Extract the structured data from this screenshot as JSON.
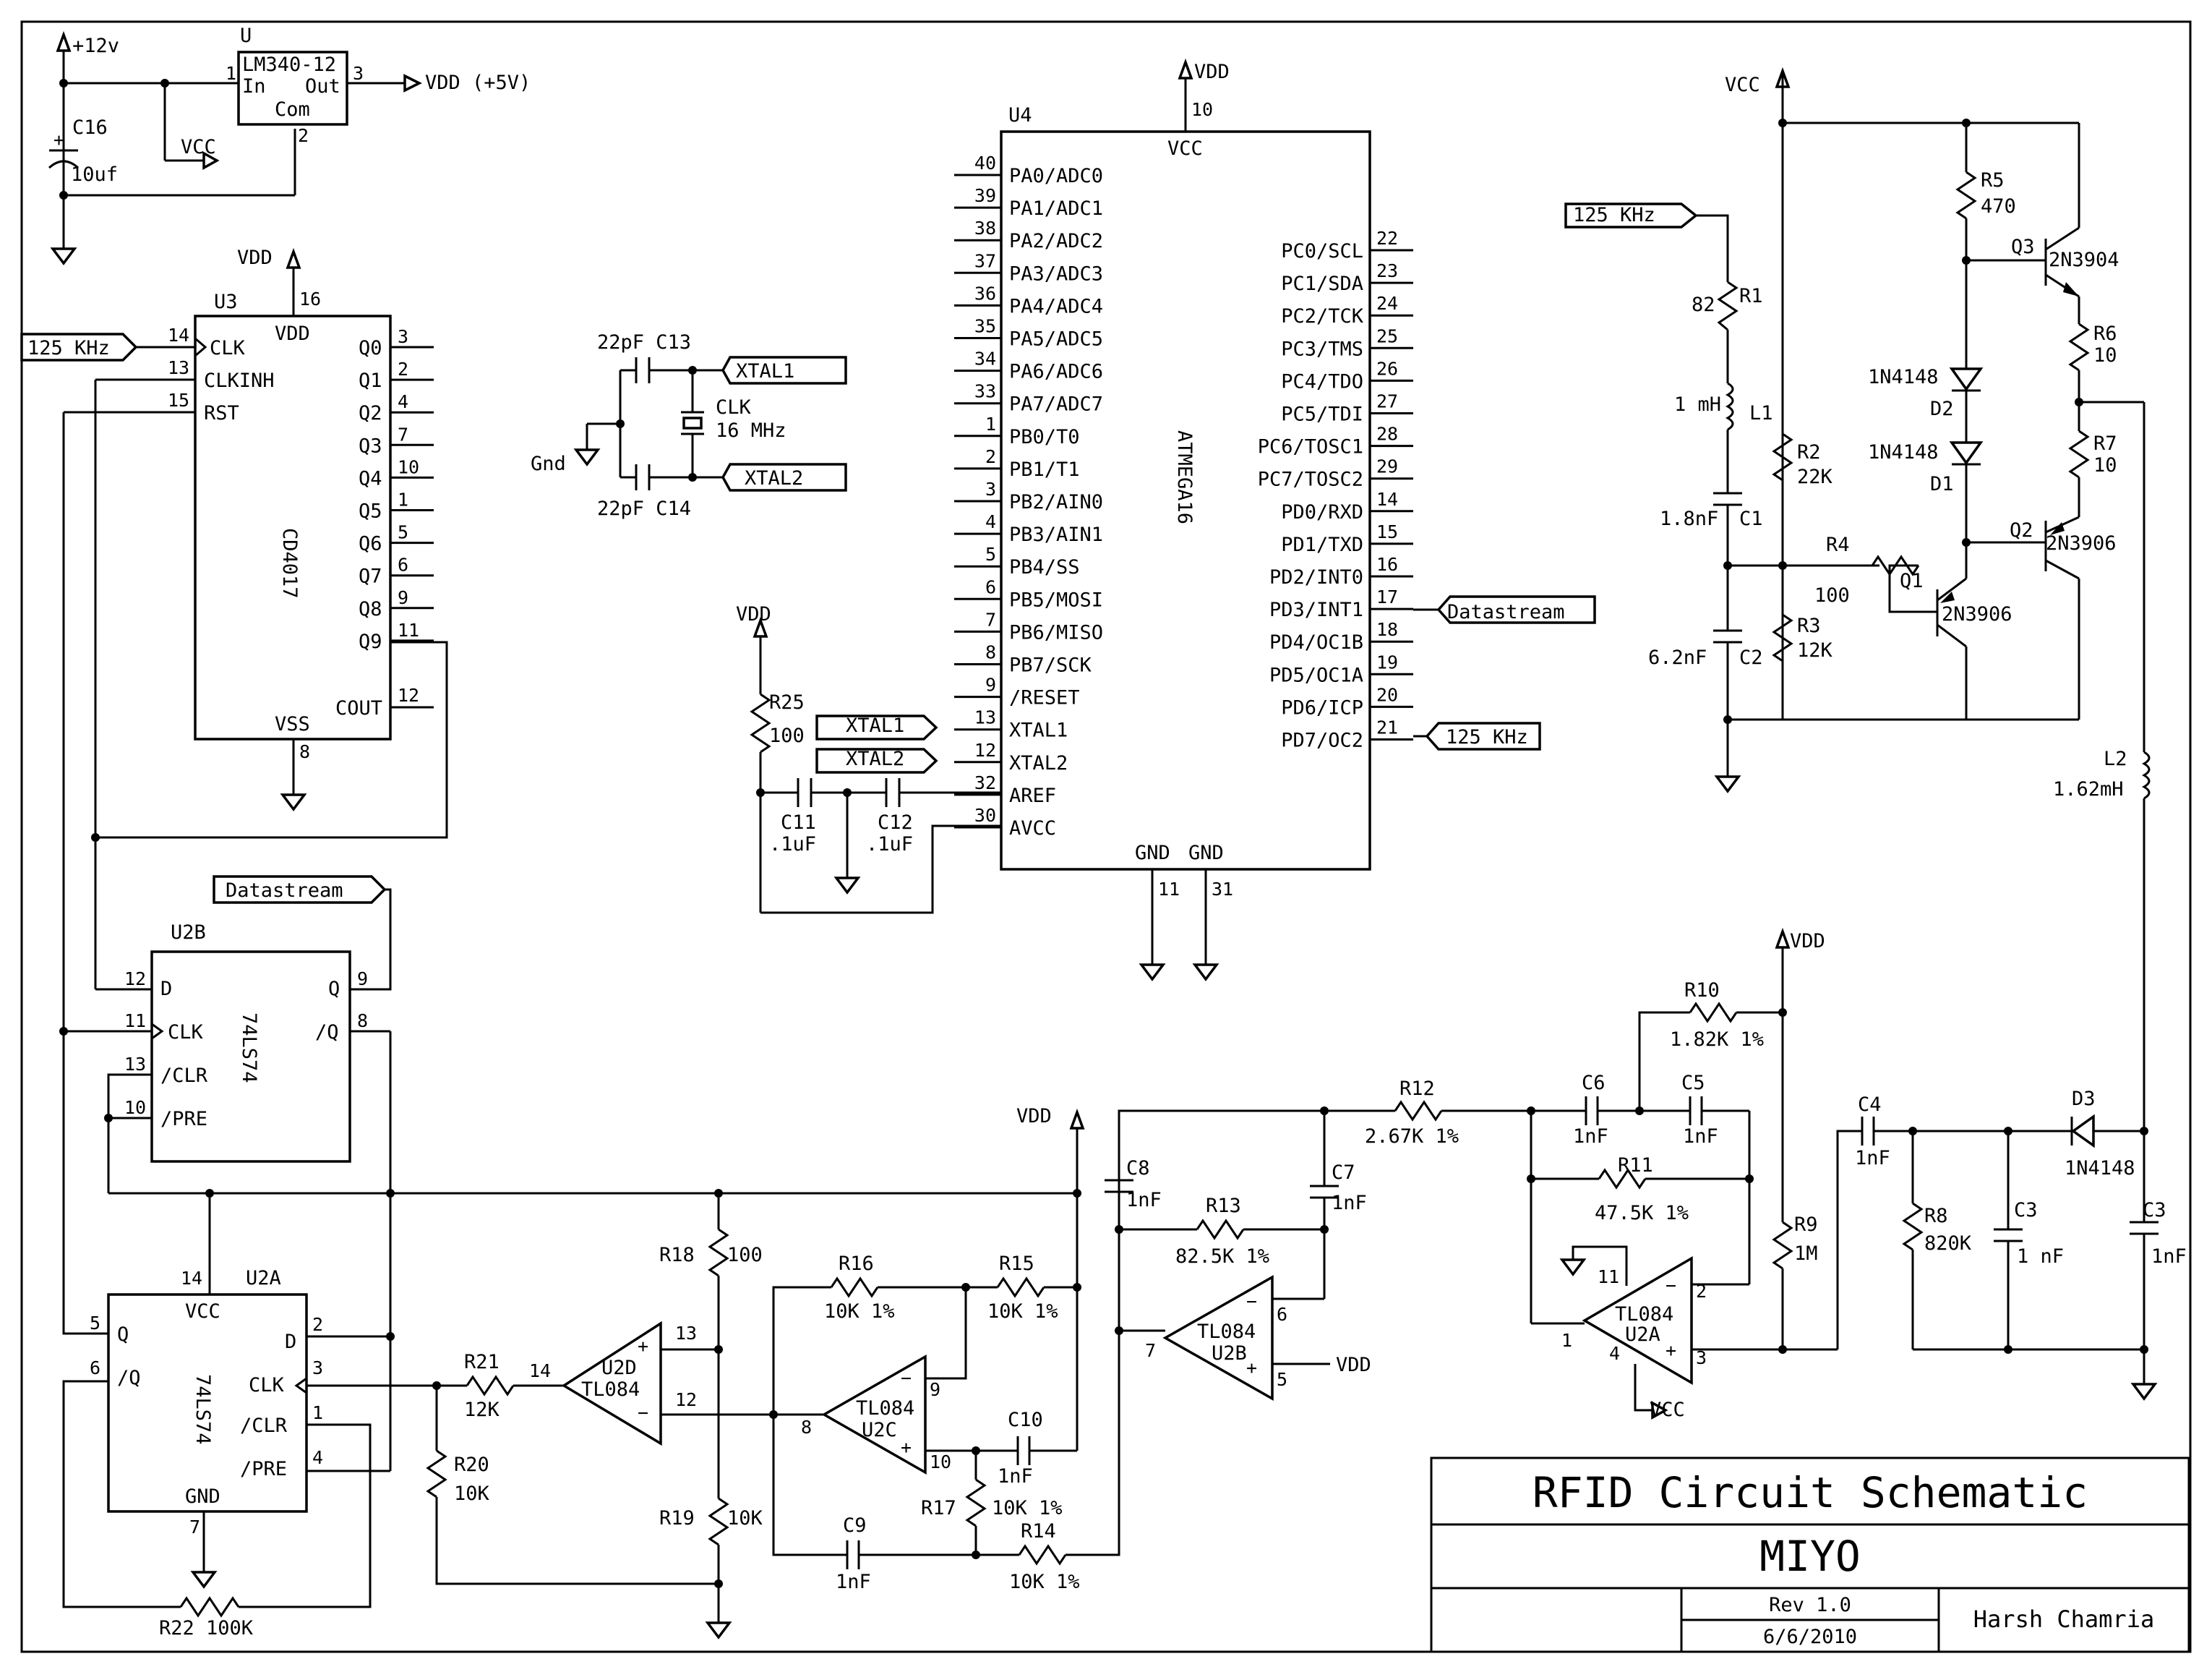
{
  "title_block": {
    "title": "RFID Circuit Schematic",
    "project": "MIYO",
    "revision": "Rev 1.0",
    "date": "6/6/2010",
    "author": "Harsh Chamria"
  },
  "rails": {
    "plus12": "+12v",
    "vdd": "VDD",
    "vcc": "VCC",
    "gnd": "Gnd"
  },
  "regulator": {
    "ref": "U",
    "part": "LM340-12",
    "pin_in": "In",
    "pin_out": "Out",
    "pin_com": "Com",
    "n1": "1",
    "n2": "2",
    "n3": "3",
    "output": "VDD (+5V)"
  },
  "c16": {
    "ref": "C16",
    "value": "10uf"
  },
  "u3": {
    "ref": "U3",
    "part": "CD4017",
    "vdd": "VDD",
    "vss": "VSS",
    "vdd_pin": "16",
    "vss_pin": "8",
    "inputs": [
      {
        "pin": "14",
        "label": "CLK"
      },
      {
        "pin": "13",
        "label": "CLKINH"
      },
      {
        "pin": "15",
        "label": "RST"
      }
    ],
    "outputs": [
      {
        "label": "Q0",
        "pin": "3"
      },
      {
        "label": "Q1",
        "pin": "2"
      },
      {
        "label": "Q2",
        "pin": "4"
      },
      {
        "label": "Q3",
        "pin": "7"
      },
      {
        "label": "Q4",
        "pin": "10"
      },
      {
        "label": "Q5",
        "pin": "1"
      },
      {
        "label": "Q6",
        "pin": "5"
      },
      {
        "label": "Q7",
        "pin": "6"
      },
      {
        "label": "Q8",
        "pin": "9"
      },
      {
        "label": "Q9",
        "pin": "11"
      }
    ],
    "cout": "COUT",
    "cout_pin": "12"
  },
  "nets": {
    "clk125": "125 KHz",
    "datastream": "Datastream",
    "xtal1": "XTAL1",
    "xtal2": "XTAL2"
  },
  "crystal": {
    "c13": "22pF C13",
    "c14": "22pF C14",
    "clk": "CLK",
    "freq": "16 MHz"
  },
  "u4": {
    "ref": "U4",
    "part": "ATMEGA16",
    "vcc": "VCC",
    "vcc_pin": "10",
    "gnd1": "GND",
    "gnd2": "GND",
    "gnd1_pin": "11",
    "gnd2_pin": "31",
    "left": [
      {
        "pin": "40",
        "label": "PA0/ADC0"
      },
      {
        "pin": "39",
        "label": "PA1/ADC1"
      },
      {
        "pin": "38",
        "label": "PA2/ADC2"
      },
      {
        "pin": "37",
        "label": "PA3/ADC3"
      },
      {
        "pin": "36",
        "label": "PA4/ADC4"
      },
      {
        "pin": "35",
        "label": "PA5/ADC5"
      },
      {
        "pin": "34",
        "label": "PA6/ADC6"
      },
      {
        "pin": "33",
        "label": "PA7/ADC7"
      },
      {
        "pin": "1",
        "label": "PB0/T0"
      },
      {
        "pin": "2",
        "label": "PB1/T1"
      },
      {
        "pin": "3",
        "label": "PB2/AIN0"
      },
      {
        "pin": "4",
        "label": "PB3/AIN1"
      },
      {
        "pin": "5",
        "label": "PB4/SS"
      },
      {
        "pin": "6",
        "label": "PB5/MOSI"
      },
      {
        "pin": "7",
        "label": "PB6/MISO"
      },
      {
        "pin": "8",
        "label": "PB7/SCK"
      },
      {
        "pin": "9",
        "label": "/RESET"
      },
      {
        "pin": "13",
        "label": "XTAL1"
      },
      {
        "pin": "12",
        "label": "XTAL2"
      },
      {
        "pin": "32",
        "label": "AREF"
      },
      {
        "pin": "30",
        "label": "AVCC"
      }
    ],
    "right": [
      {
        "pin": "22",
        "label": "PC0/SCL"
      },
      {
        "pin": "23",
        "label": "PC1/SDA"
      },
      {
        "pin": "24",
        "label": "PC2/TCK"
      },
      {
        "pin": "25",
        "label": "PC3/TMS"
      },
      {
        "pin": "26",
        "label": "PC4/TDO"
      },
      {
        "pin": "27",
        "label": "PC5/TDI"
      },
      {
        "pin": "28",
        "label": "PC6/TOSC1"
      },
      {
        "pin": "29",
        "label": "PC7/TOSC2"
      },
      {
        "pin": "14",
        "label": "PD0/RXD"
      },
      {
        "pin": "15",
        "label": "PD1/TXD"
      },
      {
        "pin": "16",
        "label": "PD2/INT0"
      },
      {
        "pin": "17",
        "label": "PD3/INT1"
      },
      {
        "pin": "18",
        "label": "PD4/OC1B"
      },
      {
        "pin": "19",
        "label": "PD5/OC1A"
      },
      {
        "pin": "20",
        "label": "PD6/ICP"
      },
      {
        "pin": "21",
        "label": "PD7/OC2"
      }
    ]
  },
  "avcc_filter": {
    "r25": "R25",
    "r25v": "100",
    "c11": "C11",
    "c11v": ".1uF",
    "c12": "C12",
    "c12v": ".1uF"
  },
  "driver": {
    "r1": "R1",
    "r1v": "82",
    "l1": "L1",
    "l1v": "1 mH",
    "c1": "C1",
    "c1v": "1.8nF",
    "c2": "C2",
    "c2v": "6.2nF",
    "r2": "R2",
    "r2v": "22K",
    "r3": "R3",
    "r3v": "12K",
    "r4": "R4",
    "r4v": "100",
    "r5": "R5",
    "r5v": "470",
    "r6": "R6",
    "r6v": "10",
    "r7": "R7",
    "r7v": "10",
    "d1": "D1",
    "d2": "D2",
    "dpart": "1N4148",
    "q1": "Q1",
    "q1v": "2N3906",
    "q2": "Q2",
    "q2v": "2N3906",
    "q3": "Q3",
    "q3v": "2N3904",
    "l2": "L2",
    "l2v": "1.62mH"
  },
  "u2b": {
    "ref": "U2B",
    "part": "74LS74",
    "d": "D",
    "clk": "CLK",
    "clr": "/CLR",
    "pre": "/PRE",
    "q": "Q",
    "nq": "/Q",
    "pd": "12",
    "pclk": "11",
    "pclr": "13",
    "ppre": "10",
    "pq": "9",
    "pnq": "8"
  },
  "u2a": {
    "ref": "U2A",
    "part": "74LS74",
    "vcc": "VCC",
    "gnd": "GND",
    "q": "Q",
    "nq": "/Q",
    "d": "D",
    "clk": "CLK",
    "clr": "/CLR",
    "pre": "/PRE",
    "pvcc": "14",
    "pq": "5",
    "pnq": "6",
    "pd": "2",
    "pclk": "3",
    "pclr": "1",
    "ppre": "4",
    "pgnd": "7"
  },
  "r22": "R22 100K",
  "opamps": {
    "u2d": {
      "ref": "U2D",
      "part": "TL084",
      "p_out": "14",
      "p_plus": "13",
      "p_minus": "12"
    },
    "u2c": {
      "ref": "U2C",
      "part": "TL084",
      "p_out": "8",
      "p_minus": "9",
      "p_plus": "10"
    },
    "u2b": {
      "ref": "U2B",
      "part": "TL084",
      "p_out": "7",
      "p_minus": "6",
      "p_plus": "5"
    },
    "u2a": {
      "ref": "U2A",
      "part": "TL084",
      "p_out": "1",
      "p_minus": "2",
      "p_plus": "3",
      "p_vplus": "4",
      "p_vminus": "11"
    }
  },
  "filter": {
    "r21": "R21",
    "r21v": "12K",
    "r20": "R20",
    "r20v": "10K",
    "r18": "R18",
    "r18v": "100",
    "r19": "R19",
    "r19v": "10K",
    "r16": "R16",
    "r16v": "10K 1%",
    "r15": "R15",
    "r15v": "10K 1%",
    "r17": "R17",
    "r17v": "10K 1%",
    "r14": "R14",
    "r14v": "10K 1%",
    "c9": "C9",
    "c9v": "1nF",
    "c10": "C10",
    "c10v": "1nF",
    "c8": "C8",
    "c8v": "1nF",
    "c7": "C7",
    "c7v": "1nF",
    "r13": "R13",
    "r13v": "82.5K 1%",
    "r12": "R12",
    "r12v": "2.67K 1%",
    "c6": "C6",
    "c6v": "1nF",
    "c5": "C5",
    "c5v": "1nF",
    "r11": "R11",
    "r11v": "47.5K 1%",
    "r10": "R10",
    "r10v": "1.82K 1%",
    "r9": "R9",
    "r9v": "1M",
    "c4": "C4",
    "c4v": "1nF",
    "r8": "R8",
    "r8v": "820K",
    "c3a": "C3",
    "c3av": "1 nF",
    "c3b": "C3",
    "c3bv": "1nF",
    "d3": "D3",
    "d3v": "1N4148"
  }
}
